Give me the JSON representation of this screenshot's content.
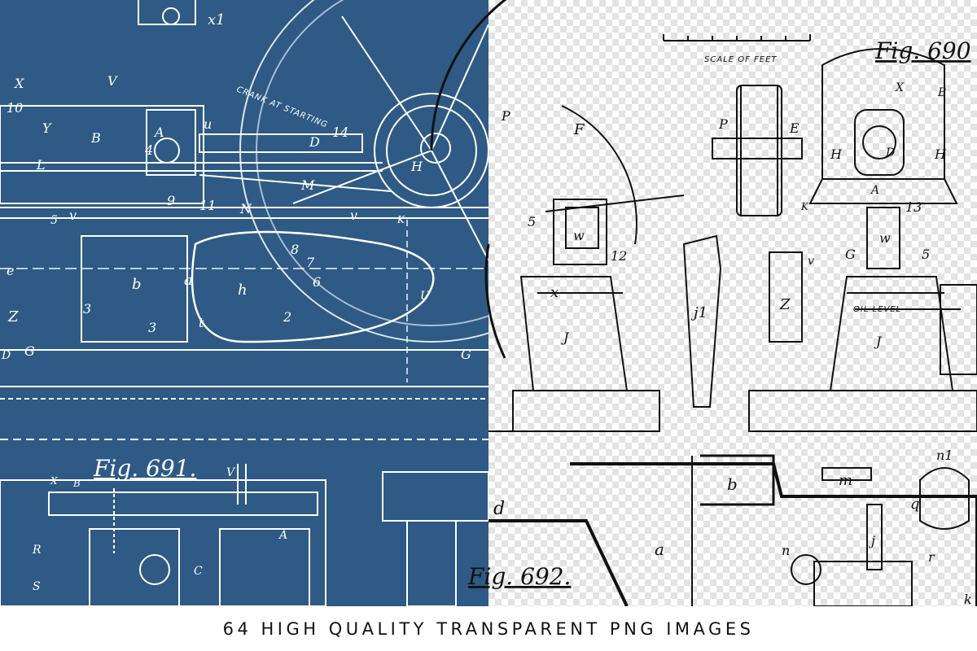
{
  "caption": "64 HIGH QUALITY TRANSPARENT PNG IMAGES",
  "colors": {
    "blueprint": "#2e5a85",
    "line_light": "#ffffff",
    "line_dark": "#111111"
  },
  "left_panel": {
    "figure_label": "Fig. 691.",
    "annotation": "CRANK AT STARTING",
    "letters": [
      "X",
      "V",
      "B",
      "A",
      "4",
      "10",
      "Y",
      "L",
      "u",
      "D",
      "14",
      "H",
      "9",
      "11",
      "N",
      "M",
      "v",
      "v",
      "K",
      "b",
      "a",
      "h",
      "8",
      "7",
      "6",
      "e",
      "Z",
      "3",
      "3",
      "2",
      "t",
      "G",
      "G",
      "D",
      "U",
      "X",
      "B",
      "V",
      "A",
      "R",
      "C",
      "S",
      "x1",
      "5"
    ]
  },
  "right_panel": {
    "figure_label_top": "Fig. 690",
    "figure_label_bottom": "Fig. 692.",
    "scale_label": "SCALE OF FEET",
    "oil_level_label": "OIL LEVEL",
    "letters": [
      "P",
      "F",
      "x",
      "w",
      "5",
      "12",
      "J",
      "j1",
      "Z",
      "P",
      "E",
      "H",
      "H",
      "D",
      "A",
      "13",
      "X",
      "B",
      "K",
      "w",
      "G",
      "v",
      "5",
      "J",
      "b",
      "a",
      "d",
      "m",
      "n1",
      "q",
      "n",
      "j",
      "r",
      "k"
    ]
  }
}
